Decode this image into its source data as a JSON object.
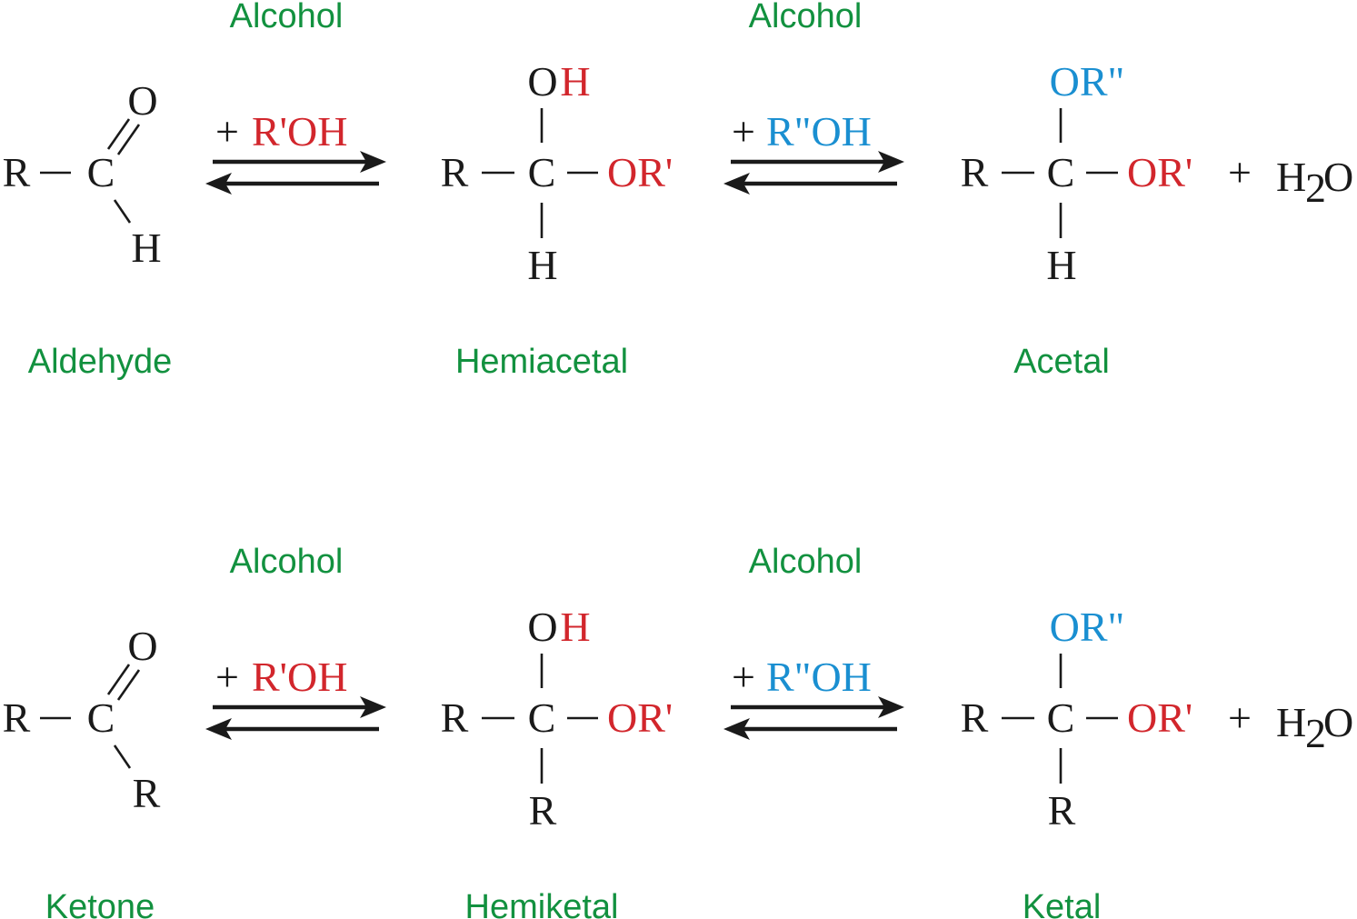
{
  "colors": {
    "text": "#1a1a1a",
    "label_green": "#12913f",
    "red": "#d2262c",
    "blue": "#1a8fd1"
  },
  "rows": [
    {
      "id": "aldehyde-row",
      "reagent_label_1": "Alcohol",
      "reagent_label_2": "Alcohol",
      "reagent_1": {
        "plus": "+",
        "text": "R'OH"
      },
      "reagent_2": {
        "plus": "+",
        "text": "R\"OH"
      },
      "reactant": {
        "R": "R",
        "C": "C",
        "O": "O",
        "sub": "H",
        "name": "Aldehyde"
      },
      "intermediate": {
        "top_O": "O",
        "top_H": "H",
        "R": "R",
        "C": "C",
        "OR": "OR'",
        "bottom": "H",
        "name": "Hemiacetal"
      },
      "product": {
        "top": "OR\"",
        "R": "R",
        "C": "C",
        "OR": "OR'",
        "bottom": "H",
        "name": "Acetal"
      },
      "byproduct": {
        "plus": "+",
        "H": "H",
        "sub": "2",
        "O": "O"
      }
    },
    {
      "id": "ketone-row",
      "reagent_label_1": "Alcohol",
      "reagent_label_2": "Alcohol",
      "reagent_1": {
        "plus": "+",
        "text": "R'OH"
      },
      "reagent_2": {
        "plus": "+",
        "text": "R\"OH"
      },
      "reactant": {
        "R": "R",
        "C": "C",
        "O": "O",
        "sub": "R",
        "name": "Ketone"
      },
      "intermediate": {
        "top_O": "O",
        "top_H": "H",
        "R": "R",
        "C": "C",
        "OR": "OR'",
        "bottom": "R",
        "name": "Hemiketal"
      },
      "product": {
        "top": "OR\"",
        "R": "R",
        "C": "C",
        "OR": "OR'",
        "bottom": "R",
        "name": "Ketal"
      },
      "byproduct": {
        "plus": "+",
        "H": "H",
        "sub": "2",
        "O": "O"
      }
    }
  ]
}
